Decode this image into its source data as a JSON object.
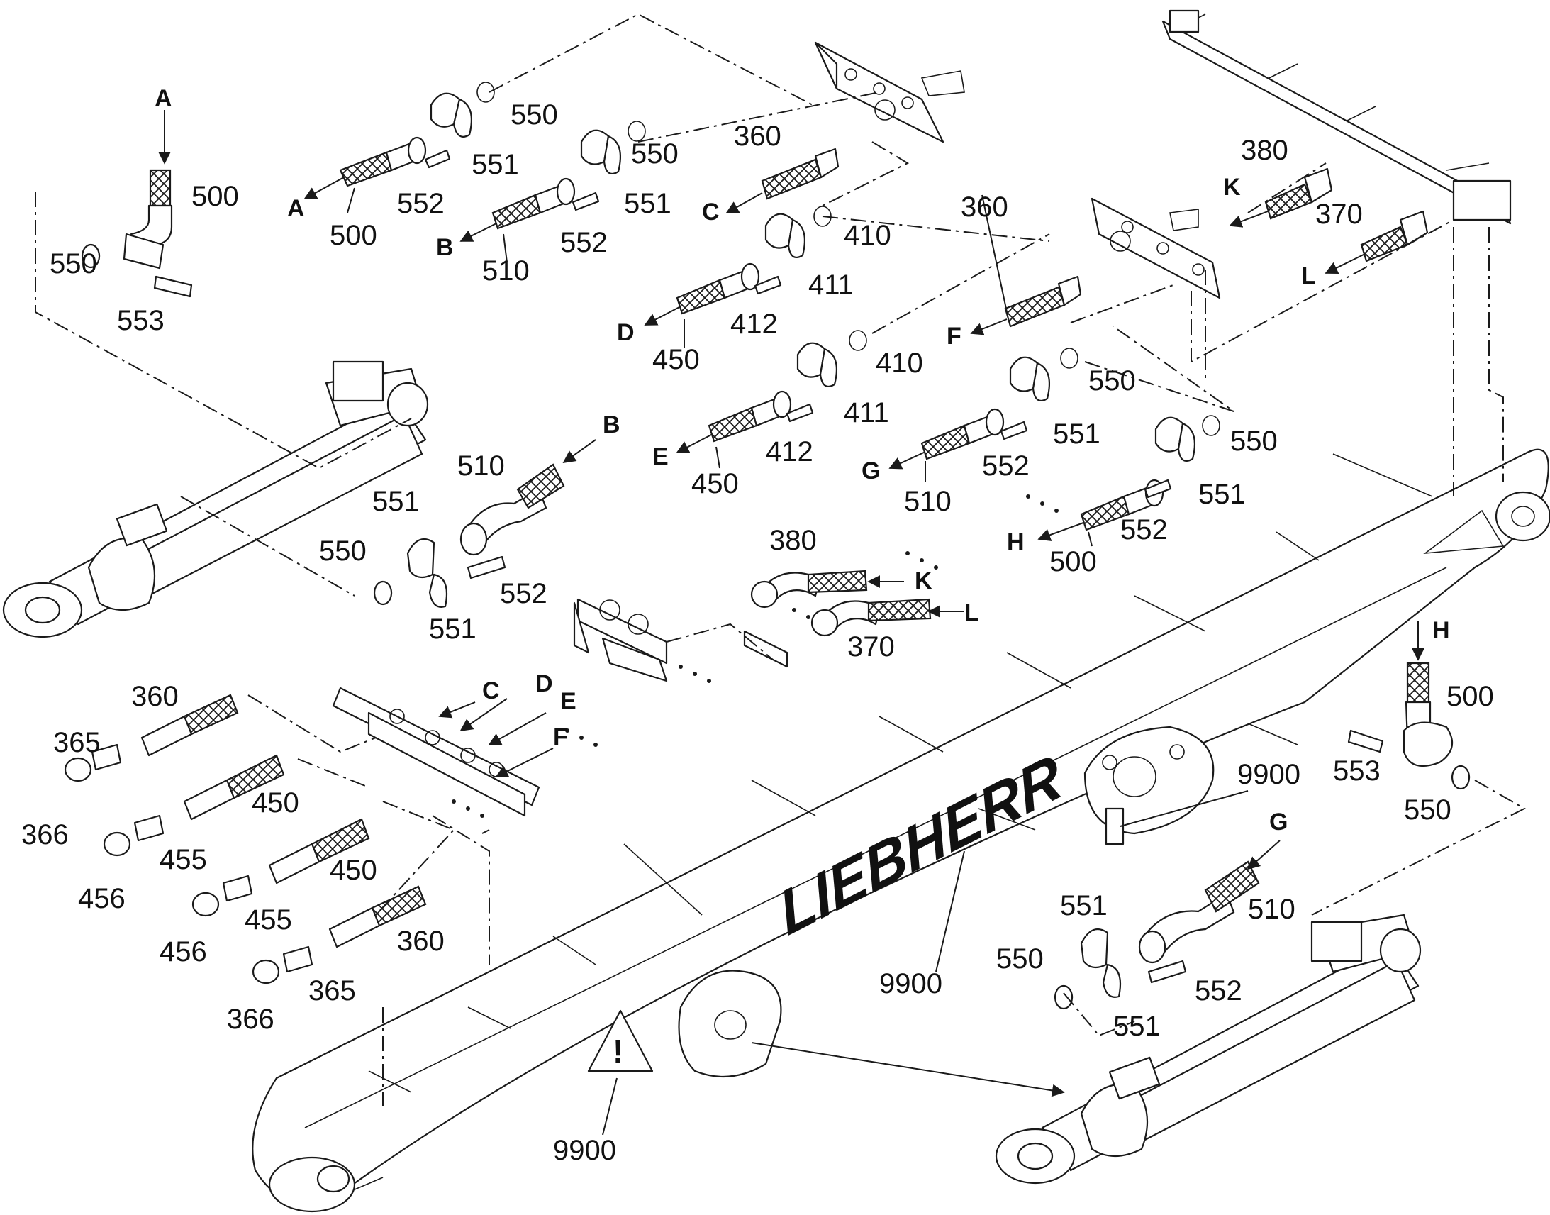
{
  "brand": "LIEBHERR",
  "warning_symbol": "!",
  "colors": {
    "ink": "#1a1a1a",
    "paper": "#ffffff"
  },
  "labels": {
    "l500a": "500",
    "l550a": "550",
    "l553a": "553",
    "l550b": "550",
    "l551b": "551",
    "l552b": "552",
    "l500b": "500",
    "l550c": "550",
    "l551c": "551",
    "l552c": "552",
    "l510c": "510",
    "l360c": "360",
    "l410d": "410",
    "l411d": "411",
    "l412d": "412",
    "l450d": "450",
    "l360f": "360",
    "l410e": "410",
    "l411e": "411",
    "l412e": "412",
    "l450e": "450",
    "l550g": "550",
    "l551g": "551",
    "l552g": "552",
    "l510g": "510",
    "l550h": "550",
    "l551h": "551",
    "l552h": "552",
    "l500h": "500",
    "l380k": "380",
    "l370l": "370",
    "l510m": "510",
    "l551m1": "551",
    "l550m": "550",
    "l551m2": "551",
    "l552m": "552",
    "l380p": "380",
    "l370p": "370",
    "l360s": "360",
    "l365s": "365",
    "l366s": "366",
    "l450s": "450",
    "l455s": "455",
    "l456s": "456",
    "l450t": "450",
    "l455t": "455",
    "l456t": "456",
    "l360u": "360",
    "l365u": "365",
    "l366u": "366",
    "l500r": "500",
    "l553r": "553",
    "l550r": "550",
    "l9900a": "9900",
    "l9900b": "9900",
    "l9900c": "9900",
    "l551r": "551",
    "l550r2": "550",
    "l510r": "510",
    "l552r": "552",
    "l551r2": "551"
  },
  "letters": {
    "A1": "A",
    "A2": "A",
    "B1": "B",
    "B2": "B",
    "C1": "C",
    "C2": "C",
    "D1": "D",
    "D2": "D",
    "E1": "E",
    "E2": "E",
    "F1": "F",
    "F2": "F",
    "G1": "G",
    "G2": "G",
    "H1": "H",
    "H2": "H",
    "K1": "K",
    "K2": "K",
    "L1": "L",
    "L2": "L"
  }
}
